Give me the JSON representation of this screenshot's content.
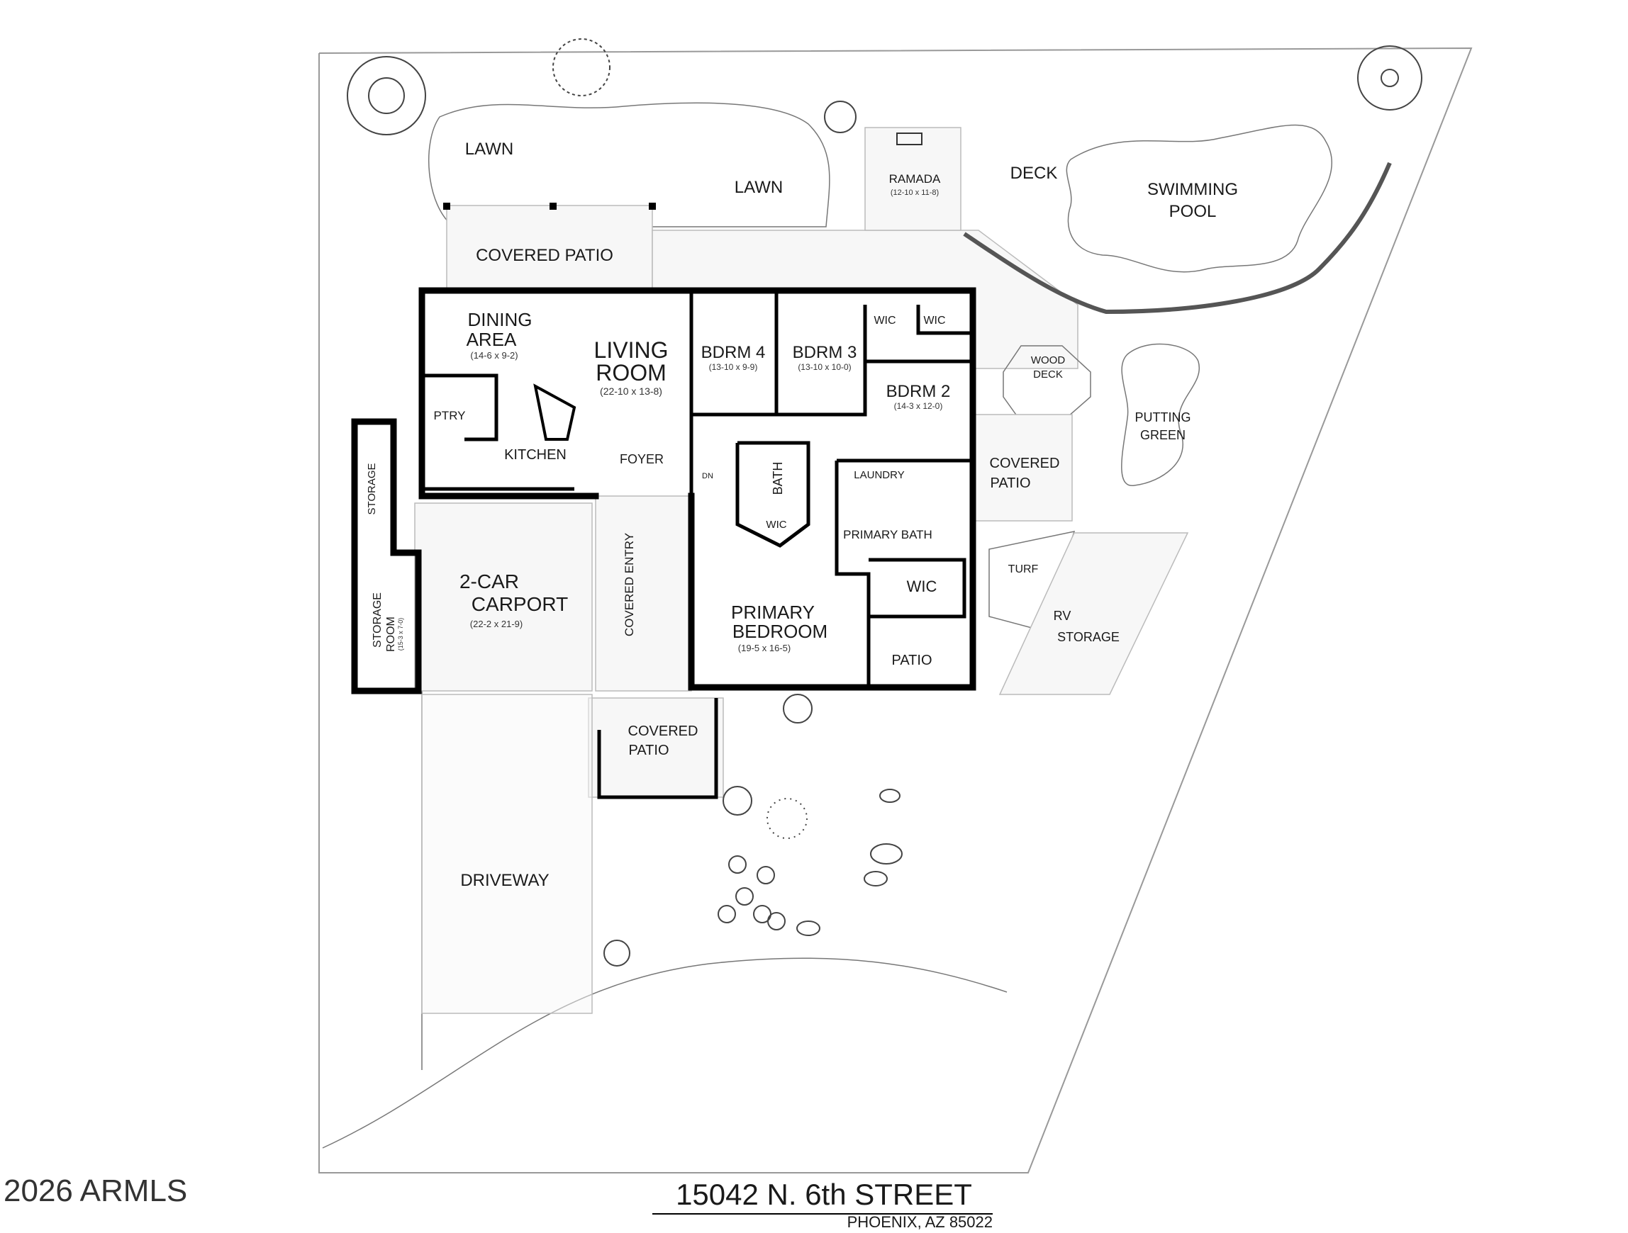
{
  "site": {
    "lawn_1": "LAWN",
    "lawn_2": "LAWN",
    "ramada": "RAMADA",
    "ramada_dim": "(12-10 x 11-8)",
    "deck": "DECK",
    "pool_line1": "SWIMMING",
    "pool_line2": "POOL",
    "covered_patio_rear": "COVERED PATIO",
    "wood_deck_1": "WOOD",
    "wood_deck_2": "DECK",
    "putting_1": "PUTTING",
    "putting_2": "GREEN",
    "covered_patio_side_1": "COVERED",
    "covered_patio_side_2": "PATIO",
    "turf": "TURF",
    "rv_1": "RV",
    "rv_2": "STORAGE",
    "patio": "PATIO",
    "covered_patio_front_1": "COVERED",
    "covered_patio_front_2": "PATIO",
    "driveway": "DRIVEWAY"
  },
  "rooms": {
    "dining_1": "DINING",
    "dining_2": "AREA",
    "dining_dim": "(14-6 x 9-2)",
    "living_1": "LIVING",
    "living_2": "ROOM",
    "living_dim": "(22-10 x 13-8)",
    "bdrm4": "BDRM 4",
    "bdrm4_dim": "(13-10 x 9-9)",
    "bdrm3": "BDRM 3",
    "bdrm3_dim": "(13-10 x 10-0)",
    "bdrm2": "BDRM 2",
    "bdrm2_dim": "(14-3 x 12-0)",
    "wic_a": "WIC",
    "wic_b": "WIC",
    "wic_c": "WIC",
    "wic_primary": "WIC",
    "ptry": "PTRY",
    "kitchen": "KITCHEN",
    "foyer": "FOYER",
    "dn": "DN",
    "bath": "BATH",
    "laundry": "LAUNDRY",
    "primary_bath": "PRIMARY BATH",
    "primary_1": "PRIMARY",
    "primary_2": "BEDROOM",
    "primary_dim": "(19-5 x 16-5)",
    "storage": "STORAGE",
    "storage_room_1": "STORAGE",
    "storage_room_2": "ROOM",
    "storage_room_dim": "(15-3 x 7-0)",
    "carport_1": "2-CAR",
    "carport_2": "CARPORT",
    "carport_dim": "(22-2 x 21-9)",
    "covered_entry": "COVERED ENTRY"
  },
  "footer": {
    "address": "15042 N. 6th STREET",
    "city": "PHOENIX, AZ 85022",
    "copyright": "2026 ARMLS"
  }
}
